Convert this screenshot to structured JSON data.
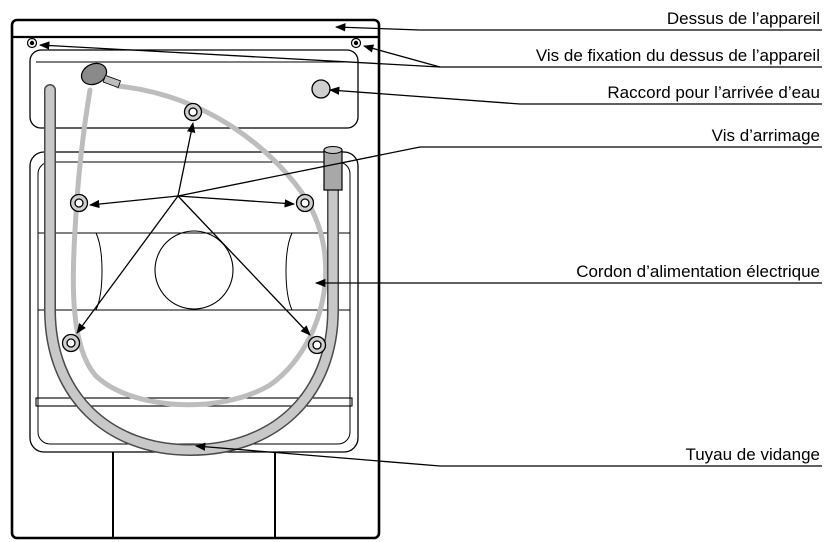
{
  "labels": {
    "top": "Dessus de l’appareil",
    "top_screws": "Vis de fixation du dessus de l’appareil",
    "water_inlet": "Raccord pour l’arrivée d’eau",
    "transport_bolts": "Vis d’arrimage",
    "power_cord": "Cordon d’alimentation électrique",
    "drain_hose": "Tuyau de vidange"
  },
  "colors": {
    "line": "#000000",
    "hose": "#bdbdbd",
    "hose_outline": "#4a4a4a",
    "screw_fill": "#cfcfcf",
    "plug_fill": "#8a8a8a"
  }
}
